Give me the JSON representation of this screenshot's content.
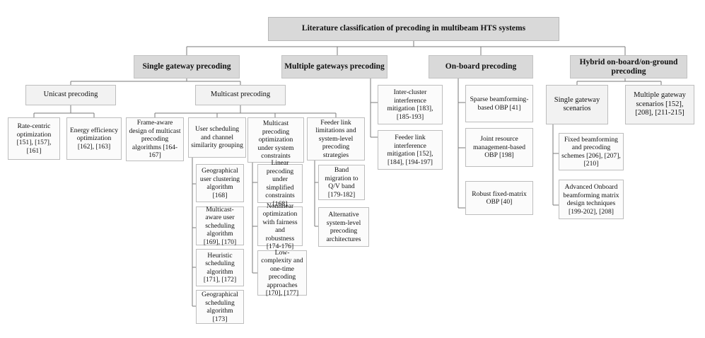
{
  "root": "Literature classification of precoding in multibeam HTS systems",
  "single_gateway": {
    "title": "Single gateway precoding",
    "unicast": {
      "title": "Unicast precoding",
      "rate_centric": "Rate-centric optimization [151], [157], [161]",
      "energy_efficiency": "Energy efficiency optimization [162], [163]"
    },
    "multicast": {
      "title": "Multicast precoding",
      "frame_aware": "Frame-aware design of multicast precoding algorithms [164-167]",
      "user_scheduling": {
        "title": "User scheduling and channel similarity grouping",
        "geo_clustering": "Geographical user clustering algorithm [168]",
        "multicast_aware": "Multicast-aware user scheduling algorithm [169], [170]",
        "heuristic": "Heuristic scheduling algorithm [171], [172]",
        "geo_scheduling": "Geographical scheduling algorithm [173]"
      },
      "optimization": {
        "title": "Multicast precoding optimization under system constraints",
        "linear": "Linear precoding under simplified constraints [168]",
        "nonlinear": "Nonlinear optimization with fairness and robustness [174-176]",
        "low_complexity": "Low-complexity and one-time precoding approaches [170], [177]"
      },
      "feeder": {
        "title": "Feeder link limitations and system-level precoding strategies",
        "band_migration": "Band migration to Q/V band [179-182]",
        "alternative": "Alternative system-level precoding architectures"
      }
    }
  },
  "multiple_gateways": {
    "title": "Multiple gateways precoding",
    "inter_cluster": "Inter-cluster interference mitigation [183], [185-193]",
    "feeder_link": "Feeder link interference mitigation [152], [184], [194-197]"
  },
  "onboard": {
    "title": "On-board precoding",
    "sparse": "Sparse beamforming-based OBP [41]",
    "joint": "Joint resource management-based OBP [198]",
    "robust": "Robust fixed-matrix OBP [40]"
  },
  "hybrid": {
    "title": "Hybrid on-board/on-ground precoding",
    "single_gateway": {
      "title": "Single gateway scenarios",
      "fixed": "Fixed beamforming and precoding schemes [206], [207], [210]",
      "advanced": "Advanced Onboard beamforming matrix design techniques [199-202], [208]"
    },
    "multiple_gateway": "Multiple gateway scenarios [152], [208],  [211-215]"
  }
}
